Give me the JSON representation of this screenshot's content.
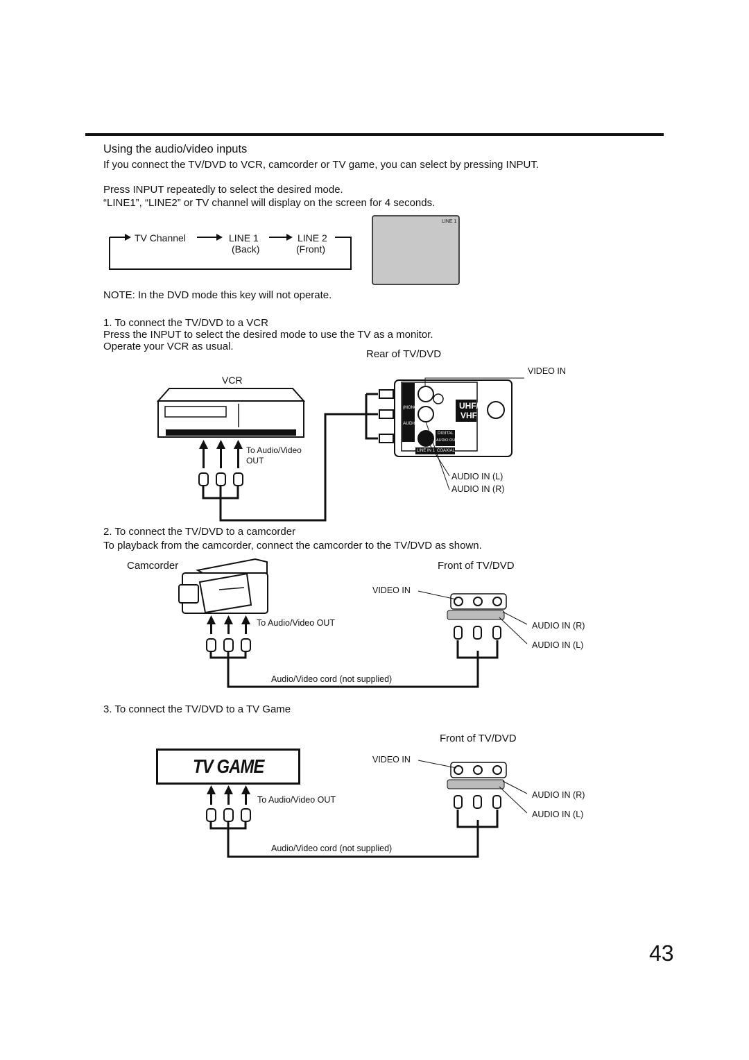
{
  "section": {
    "title": "Using the audio/video inputs",
    "intro": "If you connect the TV/DVD to VCR, camcorder or TV game, you can select by pressing INPUT.",
    "press_line1": "Press INPUT repeatedly to select the desired mode.",
    "press_line2": "“LINE1”, “LINE2” or TV channel will display on the screen for 4 seconds.",
    "note": "NOTE: In the DVD mode this key will not operate."
  },
  "mode_cycle": {
    "tv_channel": "TV Channel",
    "line1": "LINE 1",
    "line1_sub": "(Back)",
    "line2": "LINE 2",
    "line2_sub": "(Front)",
    "screen_label": "LINE 1"
  },
  "vcr": {
    "heading": "1. To connect the TV/DVD to a VCR",
    "desc1": "Press the INPUT to select the desired mode to use the TV as a monitor.",
    "desc2": "Operate your VCR as usual.",
    "rear_label": "Rear of TV/DVD",
    "device_label": "VCR",
    "out_label1": "To Audio/Video",
    "out_label2": "OUT",
    "video_in": "VIDEO IN",
    "audio_in_l": "AUDIO IN (L)",
    "audio_in_r": "AUDIO IN (R)",
    "panel_mono": "(MONO)",
    "panel_audio": "AUDIO",
    "panel_uhf": "UHF/",
    "panel_vhf": "VHF",
    "panel_digital": "DIGITAL",
    "panel_audio_out": "AUDIO OUT",
    "panel_line_in": "LINE IN 1",
    "panel_coaxial": "COAXIAL"
  },
  "camcorder": {
    "heading": "2. To connect the TV/DVD to a camcorder",
    "desc": "To playback from the camcorder, connect the camcorder to the TV/DVD as shown.",
    "device_label": "Camcorder",
    "front_label": "Front of TV/DVD",
    "video_in": "VIDEO IN",
    "out_label": "To Audio/Video OUT",
    "audio_in_r": "AUDIO IN (R)",
    "audio_in_l": "AUDIO IN (L)",
    "cord": "Audio/Video cord (not supplied)"
  },
  "tvgame": {
    "heading": "3. To connect the TV/DVD to a TV Game",
    "front_label": "Front of TV/DVD",
    "device_label": "TV GAME",
    "video_in": "VIDEO IN",
    "out_label": "To Audio/Video OUT",
    "audio_in_r": "AUDIO IN (R)",
    "audio_in_l": "AUDIO IN (L)",
    "cord": "Audio/Video cord (not supplied)"
  },
  "page_number": "43"
}
